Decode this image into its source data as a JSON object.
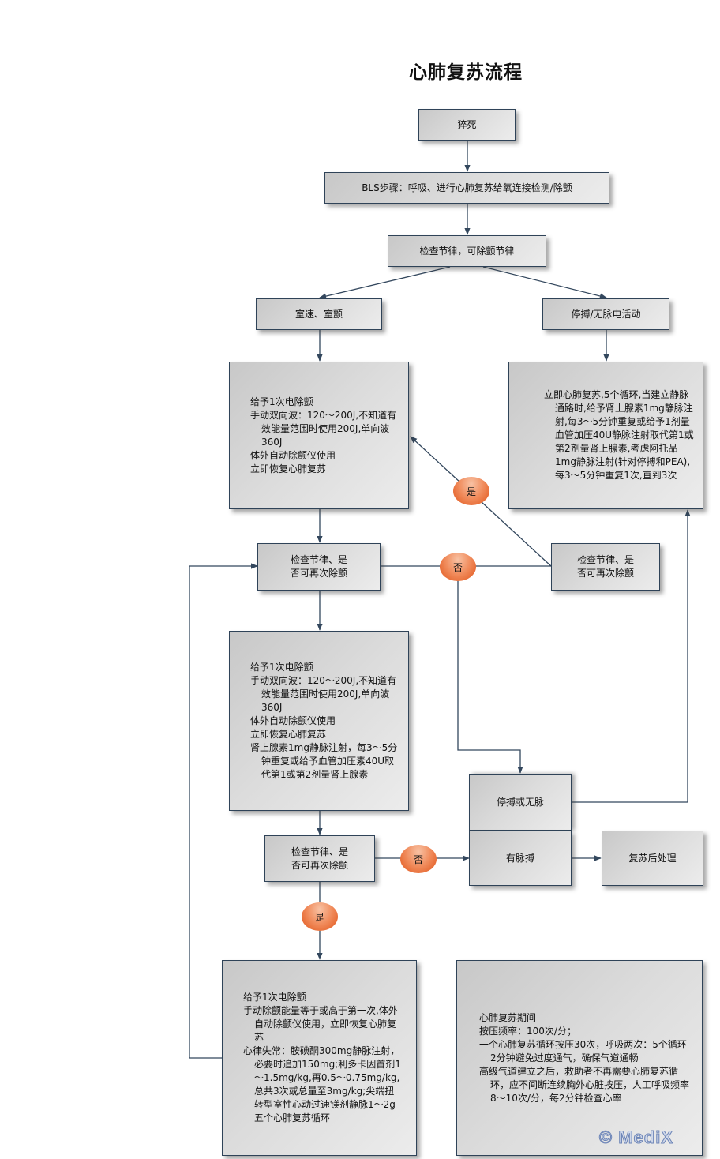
{
  "title": "心肺复苏流程",
  "nodes": {
    "sudden_death": "猝死",
    "bls": "BLS步骤：呼吸、进行心肺复苏给氧连接检测/除颤",
    "check_rhythm": "检查节律，可除颤节律",
    "vt_vf": "室速、室颤",
    "asystole_pea": "停搏/无脉电活动",
    "shock1": [
      "给予1次电除颤",
      "手动双向波：120～200J,不知道有效能量范围时使用200J,单向波360J",
      "体外自动除颤仪使用",
      "立即恢复心肺复苏"
    ],
    "cpr_asystole": [
      "立即心肺复苏,5个循环,当建立静脉通路时,给予肾上腺素1mg静脉注射,每3～5分钟重复或给予1剂量血管加压40U静脉注射取代第1或第2剂量肾上腺素,考虑阿托品1mg静脉注射(针对停搏和PEA),每3～5分钟重复1次,直到3次"
    ],
    "check_again_left": [
      "检查节律、是",
      "否可再次除颤"
    ],
    "check_again_right": [
      "检查节律、是",
      "否可再次除颤"
    ],
    "shock2": [
      "给予1次电除颤",
      "手动双向波：120～200J,不知道有效能量范围时使用200J,单向波360J",
      "体外自动除颤仪使用",
      "立即恢复心肺复苏",
      "肾上腺素1mg静脉注射，每3～5分钟重复或给予血管加压素40U取代第1或第2剂量肾上腺素"
    ],
    "check_again_bottom": [
      "检查节律、是",
      "否可再次除颤"
    ],
    "asystole_or_pulseless": "停搏或无脉",
    "pulse_present": "有脉搏",
    "post_resuscitation": "复苏后处理",
    "shock3": [
      "给予1次电除颤",
      "手动除颤能量等于或高于第一次,体外自动除颤仪使用，立即恢复心肺复苏",
      "心律失常：胺碘酮300mg静脉注射，必要时追加150mg;利多卡因首剂1～1.5mg/kg,再0.5～0.75mg/kg,总共3次或总量至3mg/kg;尖端扭转型室性心动过速镁剂静脉1～2g五个心肺复苏循环"
    ],
    "notes": [
      "心肺复苏期间",
      "按压频率：100次/分；",
      "一个心肺复苏循环按压30次，呼吸两次：5个循环2分钟避免过度通气，确保气道通畅",
      "高级气道建立之后，救助者不再需要心肺复苏循环，应不间断连续胸外心脏按压，人工呼吸频率8～10次/分，每2分钟检查心率"
    ]
  },
  "decisions": {
    "yes_upper": "是",
    "no_middle": "否",
    "no_bottom": "否",
    "yes_bottom": "是"
  },
  "watermark": "© MediX",
  "colors": {
    "connector": "#33475d",
    "box_border": "#2f4358",
    "decision_fill": "#ec6f3a"
  }
}
